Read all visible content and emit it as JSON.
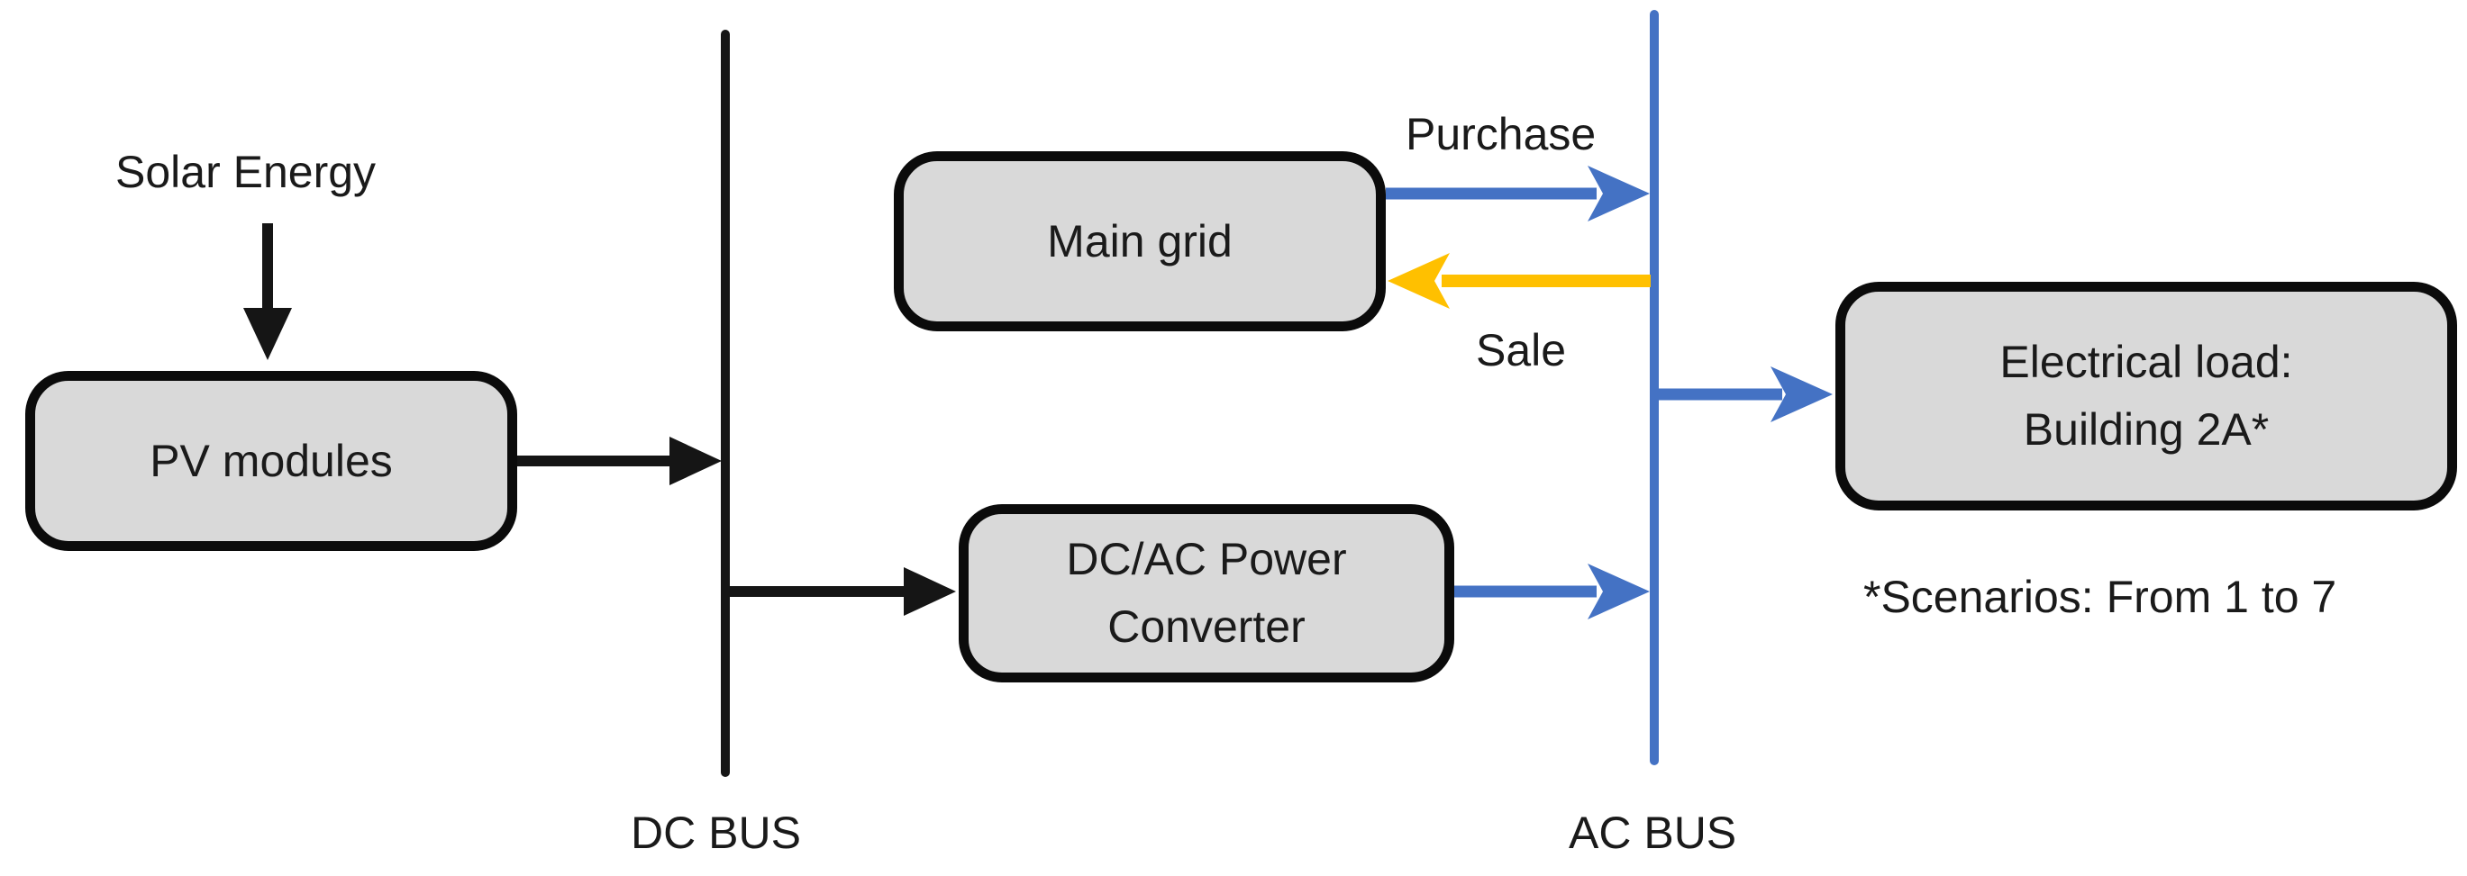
{
  "figure": {
    "type": "block-diagram",
    "labels": {
      "solar_energy": "Solar Energy",
      "purchase": "Purchase",
      "sale": "Sale",
      "dc_bus": "DC BUS",
      "ac_bus": "AC BUS",
      "scenarios_note": "*Scenarios: From 1 to 7"
    },
    "nodes": {
      "pv_modules": {
        "lines": [
          "PV modules"
        ]
      },
      "main_grid": {
        "lines": [
          "Main grid"
        ]
      },
      "dc_ac_converter": {
        "lines": [
          "DC/AC Power",
          "Converter"
        ]
      },
      "electrical_load": {
        "lines": [
          "Electrical load:",
          "Building 2A*"
        ]
      }
    },
    "flows": [
      {
        "from": "Solar Energy",
        "to": "PV modules",
        "color": "#151515"
      },
      {
        "from": "PV modules",
        "to": "DC BUS",
        "color": "#151515"
      },
      {
        "from": "DC BUS",
        "to": "DC/AC Power Converter",
        "color": "#151515"
      },
      {
        "from": "DC/AC Power Converter",
        "to": "AC BUS",
        "color": "#4472C4"
      },
      {
        "from": "Main grid",
        "to": "AC BUS",
        "label": "Purchase",
        "color": "#4472C4"
      },
      {
        "from": "AC BUS",
        "to": "Main grid",
        "label": "Sale",
        "color": "#FFC000"
      },
      {
        "from": "AC BUS",
        "to": "Electrical load: Building 2A*",
        "color": "#4472C4"
      }
    ],
    "colors": {
      "background": "#FFFFFF",
      "node_fill": "#D9D9D9",
      "node_border": "#0B0B0B",
      "bus_dc": "#151515",
      "bus_ac": "#4472C4",
      "arrow_black": "#151515",
      "arrow_blue": "#4472C4",
      "arrow_yellow": "#FFC000",
      "text": "#1A1A1A"
    }
  }
}
